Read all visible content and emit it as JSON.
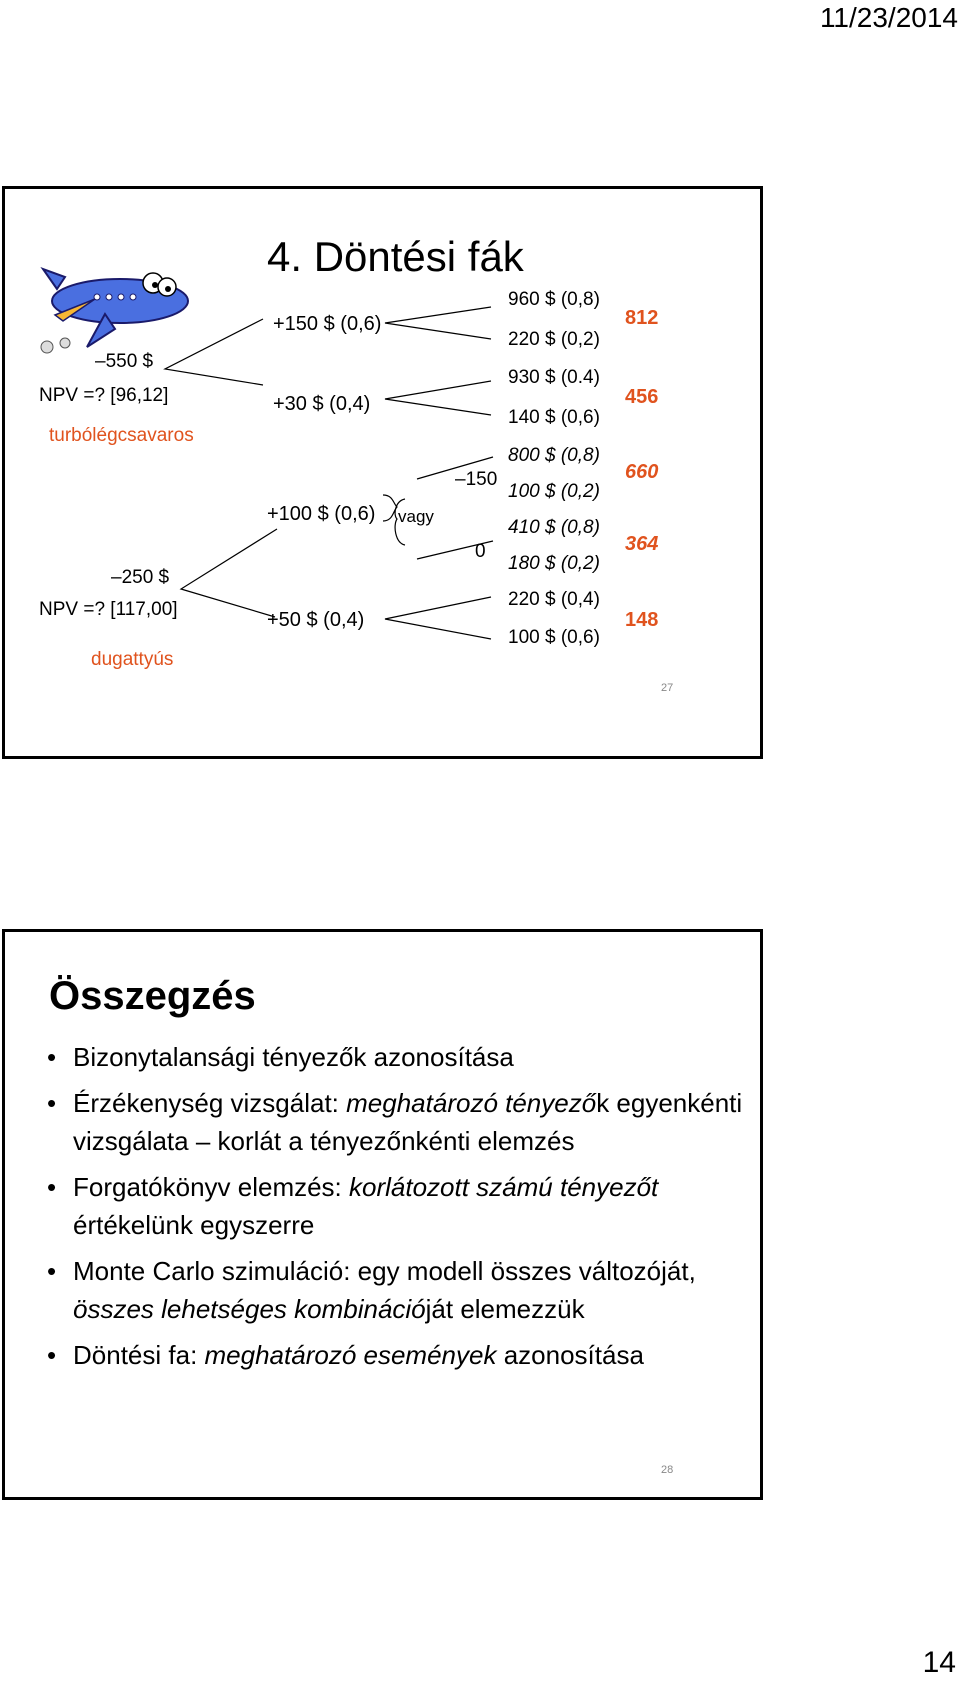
{
  "header_date": "11/23/2014",
  "page_number": "14",
  "slide1": {
    "title": "4. Döntési fák",
    "slide_number": "27",
    "left": {
      "top_cost": "–550 $",
      "top_npv": "NPV =? [96,12]",
      "top_label": "turbólégcsavaros",
      "bottom_cost": "–250 $",
      "bottom_npv": "NPV =? [117,00]",
      "bottom_label": "dugattyús"
    },
    "mid": {
      "n1": "+150 $ (0,6)",
      "n2": "+30 $ (0,4)",
      "n3": "+100 $ (0,6)",
      "n4": "+50 $ (0,4)",
      "vagy": "vagy",
      "opt1": "–150",
      "opt2": "0"
    },
    "outcomes": [
      "960 $ (0,8)",
      "220 $ (0,2)",
      "930 $ (0.4)",
      "140 $ (0,6)",
      "800 $ (0,8)",
      "100 $ (0,2)",
      "410 $ (0,8)",
      "180 $ (0,2)",
      "220 $ (0,4)",
      "100 $ (0,6)"
    ],
    "results": [
      "812",
      "456",
      "660",
      "364",
      "148"
    ]
  },
  "slide2": {
    "title": "Összegzés",
    "slide_number": "28",
    "bullets": [
      {
        "pre": "Bizonytalansági tényezők azonosítása"
      },
      {
        "pre": "Érzékenység vizsgálat: ",
        "em": "meghatározó tényező",
        "post": "k egyenkénti vizsgálata – korlát a tényezőnkénti elemzés"
      },
      {
        "pre": "Forgatókönyv elemzés: ",
        "em": "korlátozott számú tényezőt",
        "post": " értékelünk egyszerre"
      },
      {
        "pre": "Monte Carlo szimuláció: egy modell összes változóját, ",
        "em": "összes lehetséges kombináció",
        "post": "ját elemezzük"
      },
      {
        "pre": "Döntési fa: ",
        "em": "meghatározó események",
        "post": " azonosítása"
      }
    ]
  }
}
